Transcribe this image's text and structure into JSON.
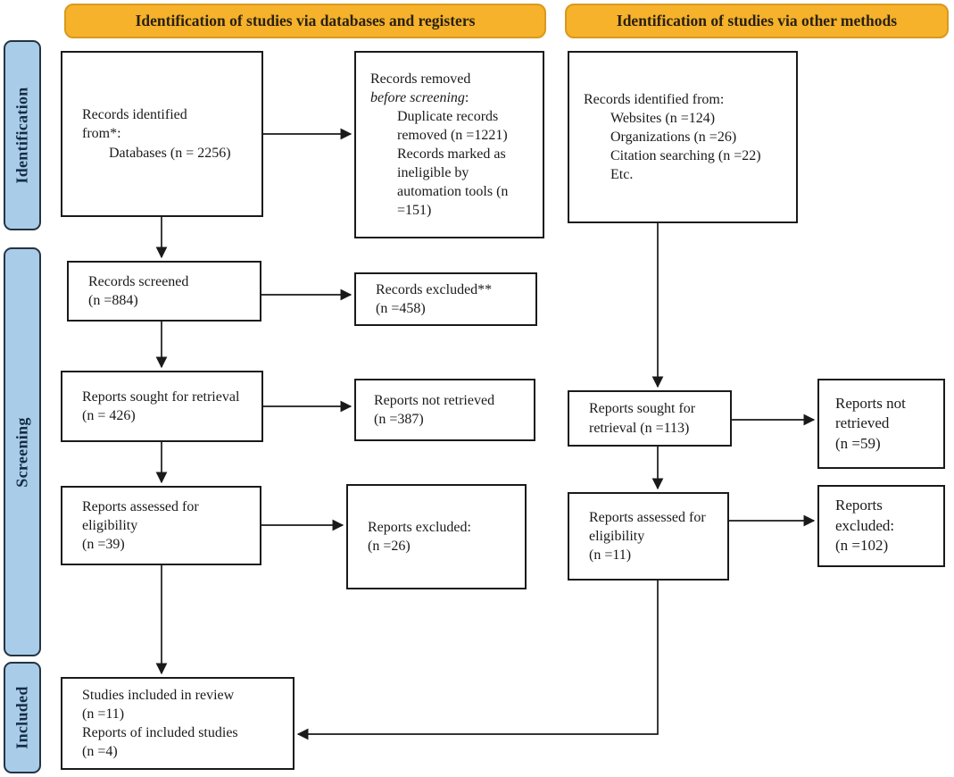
{
  "colors": {
    "banner_bg": "#F5B22A",
    "banner_border": "#D9991E",
    "banner_text": "#2B2012",
    "stage_bg": "#A9CCE9",
    "stage_border": "#243442",
    "stage_text": "#142C44",
    "box_bg": "#FFFFFF",
    "box_border": "#1A1A1A",
    "arrow": "#1A1A1A"
  },
  "banners": {
    "databases": "Identification of studies via databases and registers",
    "other": "Identification of studies via other methods"
  },
  "stages": {
    "identification": "Identification",
    "screening": "Screening",
    "included": "Included"
  },
  "boxes": {
    "identified_db": {
      "line1": "Records identified",
      "line2": "from*:",
      "item1": "Databases (n = 2256)"
    },
    "removed": {
      "line1": "Records removed",
      "line2_italic": "before screening",
      "line2_suffix": ":",
      "item1": "Duplicate records removed (n =1221)",
      "item2": "Records marked as ineligible by automation tools (n =151)"
    },
    "identified_other": {
      "line1": "Records identified from:",
      "item1": "Websites (n =124)",
      "item2": "Organizations (n =26)",
      "item3": "Citation searching (n =22)",
      "item4": "Etc."
    },
    "screened": {
      "line1": "Records screened",
      "line2": "(n =884)"
    },
    "records_excluded": {
      "line1": "Records excluded**",
      "line2": "(n =458)"
    },
    "sought_db": {
      "line1": "Reports sought for retrieval",
      "line2": "(n = 426)"
    },
    "not_retrieved_db": {
      "line1": "Reports not retrieved",
      "line2": "(n =387)"
    },
    "assessed_db": {
      "line1": "Reports assessed for eligibility",
      "line2": "(n =39)"
    },
    "reports_excluded_db": {
      "line1": "Reports excluded:",
      "line2": "(n =26)"
    },
    "included": {
      "line1": "Studies included in review",
      "line2": "(n =11)",
      "line3": "Reports of included studies",
      "line4": "(n =4)"
    },
    "sought_other": {
      "line1": "Reports sought for retrieval (n =113)"
    },
    "not_retrieved_other": {
      "line1": "Reports not retrieved",
      "line2": "(n =59)"
    },
    "assessed_other": {
      "line1": "Reports assessed for eligibility",
      "line2": "(n =11)"
    },
    "reports_excluded_other": {
      "line1": "Reports excluded:",
      "line2": "(n =102)"
    }
  }
}
